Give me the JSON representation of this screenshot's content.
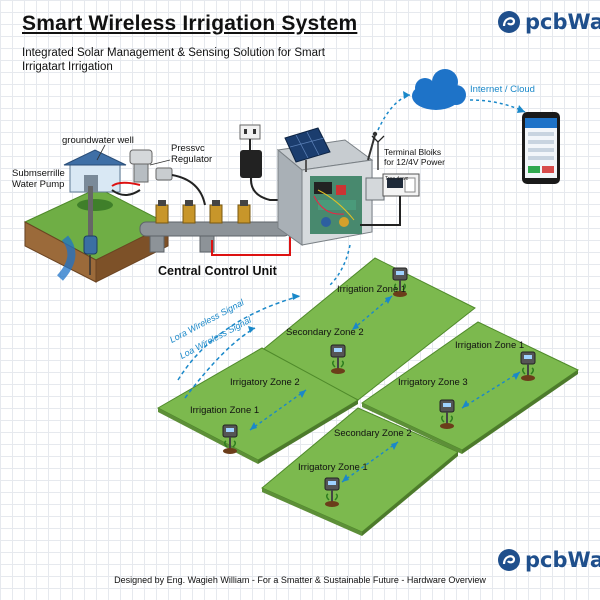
{
  "header": {
    "title": "Smart Wireless Irrigation System",
    "subtitle_line1": "Integrated Solar Management & Sensing Solution for Smart",
    "subtitle_line2": "Irrigatart Irrigation",
    "logo_text": "pcbWay"
  },
  "labels": {
    "groundwater_well": "groundwater well",
    "pump_line1": "Submserrille",
    "pump_line2": "Water Pump",
    "regulator_line1": "Pressvc",
    "regulator_line2": "Regulator",
    "terminal_line1": "Terminal Bloiks",
    "terminal_line2": "for 12/4V Power",
    "internet_cloud": "Internet / Cloud",
    "central_control_unit": "Central Control Unit",
    "signal_1": "Lora Wireless Signal",
    "signal_2": "Loa Wireless Signal",
    "terminal_panel": "Tree dowe"
  },
  "zones": {
    "top_center": "Irrigation Zone 1",
    "secondary_2_top": "Secondary Zone 2",
    "irrigatory_2": "Irrigatory Zone 2",
    "irrigation_1_left": "Irrigation Zone 1",
    "irrigation_1_right": "Irrigation Zone 1",
    "irrigatory_3": "Irrigatory Zone 3",
    "secondary_2_bottom": "Secondary Zone 2",
    "irrigatory_1": "Irrigatory Zone 1"
  },
  "footer": {
    "text": "Designed by Eng. Wagieh William - For a Smatter & Sustainable Future - Hardware Overview",
    "logo_text": "pcbWay"
  },
  "colors": {
    "title_blue": "#1f4f8c",
    "cloud_blue": "#1e73c8",
    "signal_blue": "#1a88c9",
    "zone_green": "#79b64c",
    "pipe_grey": "#8d9398",
    "soil_brown": "#8a5a2b"
  }
}
